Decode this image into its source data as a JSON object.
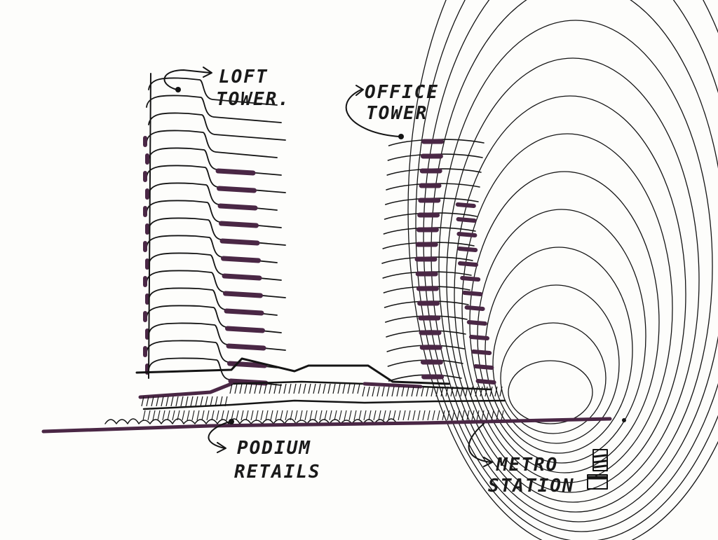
{
  "labels": {
    "loft_tower": [
      "LOFT",
      "TOWER."
    ],
    "office_tower": [
      "OFFICE",
      "TOWER"
    ],
    "podium_retails": [
      "PODIUM",
      "RETAILS"
    ],
    "metro_station": [
      "METRO",
      "STATION"
    ]
  },
  "colors": {
    "ink": "#141414",
    "marker": "#4a2745",
    "paper": "#fdfdfb"
  }
}
